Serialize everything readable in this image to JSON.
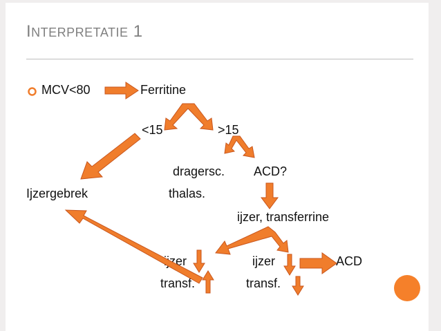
{
  "title": {
    "first": "I",
    "rest": "NTERPRETATIE",
    "number": "1"
  },
  "colors": {
    "accent": "#f07d2c",
    "arrow_stroke": "#c8561d",
    "title": "#7f7f7f"
  },
  "labels": {
    "mcv": "MCV<80",
    "ferritine": "Ferritine",
    "lt15": "<15",
    "gt15": ">15",
    "dragersc": "dragersc.",
    "acd_q": "ACD?",
    "ijzergebrek": "Ijzergebrek",
    "thalas": "thalas.",
    "ijzer_transferrine": "ijzer, transferrine",
    "ijzer_left": "ijzer",
    "ijzer_right": "ijzer",
    "transf_left": "transf.",
    "transf_right": "transf.",
    "acd": "ACD"
  }
}
